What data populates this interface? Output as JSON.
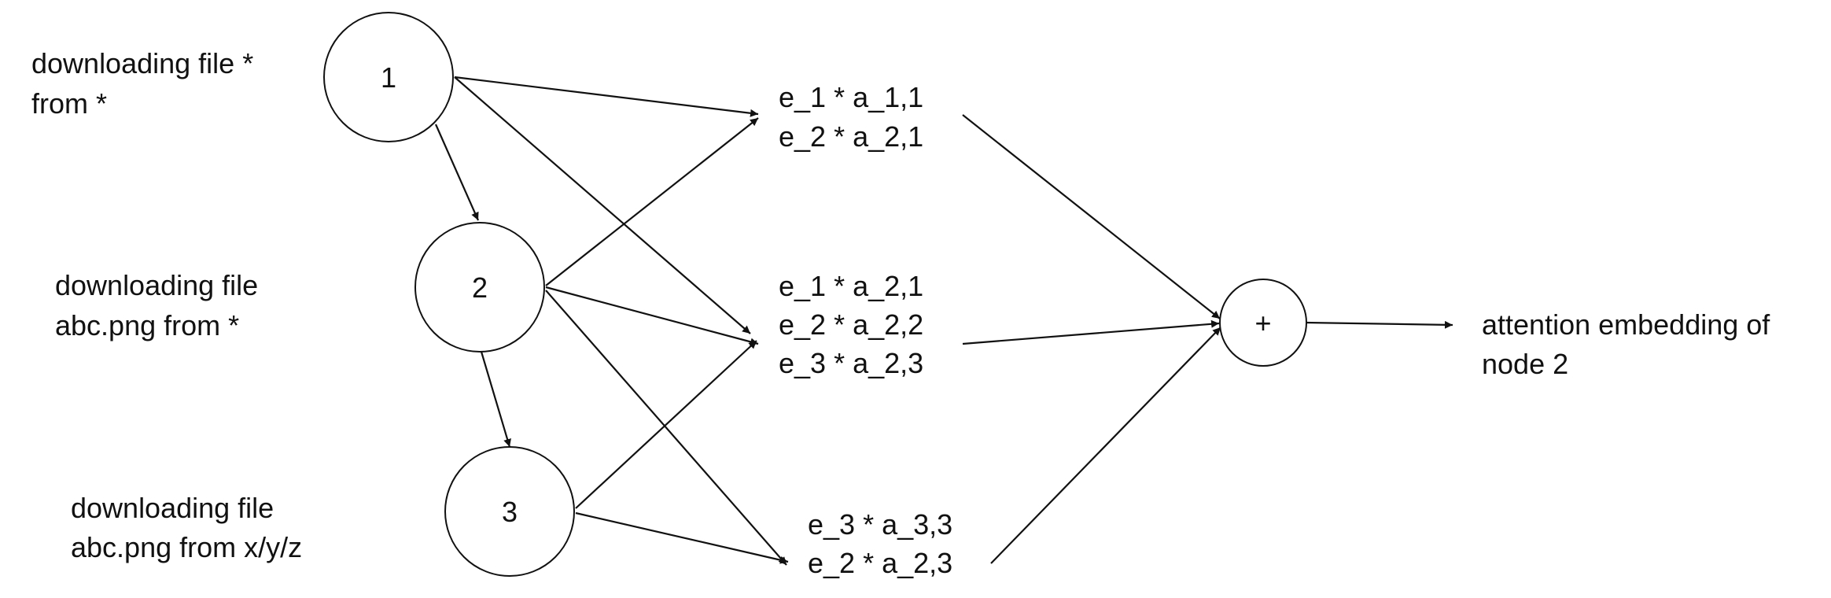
{
  "nodes": [
    {
      "id": "1",
      "label": "1",
      "caption_lines": [
        "downloading file *",
        "from *"
      ]
    },
    {
      "id": "2",
      "label": "2",
      "caption_lines": [
        "downloading file",
        "abc.png from *"
      ]
    },
    {
      "id": "3",
      "label": "3",
      "caption_lines": [
        "downloading file",
        "abc.png from x/y/z"
      ]
    }
  ],
  "term_groups": [
    {
      "id": "top",
      "lines": [
        "e_1 * a_1,1",
        "e_2 * a_2,1"
      ]
    },
    {
      "id": "middle",
      "lines": [
        "e_1 * a_2,1",
        "e_2 * a_2,2",
        "e_3 * a_2,3"
      ]
    },
    {
      "id": "bottom",
      "lines": [
        "e_3 * a_3,3",
        "e_2 * a_2,3"
      ]
    }
  ],
  "sum_node": {
    "label": "+"
  },
  "output": {
    "lines": [
      "attention embedding of",
      "node 2"
    ]
  },
  "edges": [
    {
      "from": "node-1",
      "to": "node-2"
    },
    {
      "from": "node-2",
      "to": "node-3"
    },
    {
      "from": "node-1",
      "to": "terms-top"
    },
    {
      "from": "node-1",
      "to": "terms-middle"
    },
    {
      "from": "node-2",
      "to": "terms-top"
    },
    {
      "from": "node-2",
      "to": "terms-middle"
    },
    {
      "from": "node-2",
      "to": "terms-bottom"
    },
    {
      "from": "node-3",
      "to": "terms-middle"
    },
    {
      "from": "node-3",
      "to": "terms-bottom"
    },
    {
      "from": "terms-top",
      "to": "sum"
    },
    {
      "from": "terms-middle",
      "to": "sum"
    },
    {
      "from": "terms-bottom",
      "to": "sum"
    },
    {
      "from": "sum",
      "to": "output"
    }
  ]
}
